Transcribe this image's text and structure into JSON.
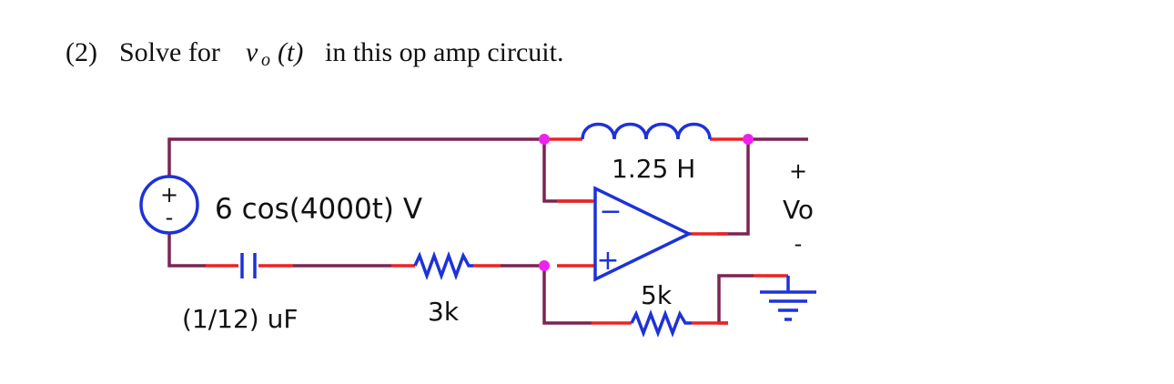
{
  "problem": {
    "number": "(2)",
    "text_before": "Solve for",
    "var_main": "v",
    "var_sub": "o",
    "var_arg": "(t)",
    "text_after": "in this op amp circuit."
  },
  "circuit": {
    "source_label": "6 cos(4000t) V",
    "source_plus": "+",
    "source_minus": "-",
    "capacitor_label": "(1/12) uF",
    "resistor_series_label": "3k",
    "inductor_label": "1.25 H",
    "resistor_ground_label": "5k",
    "output_plus": "+",
    "output_label": "Vo",
    "output_minus": "-",
    "opamp_inverting": "−",
    "opamp_noninverting": "+"
  },
  "colors": {
    "wire": "#7b2452",
    "component_lead": "#ee2222",
    "component": "#1d32d8",
    "node": "#ee22ee"
  }
}
